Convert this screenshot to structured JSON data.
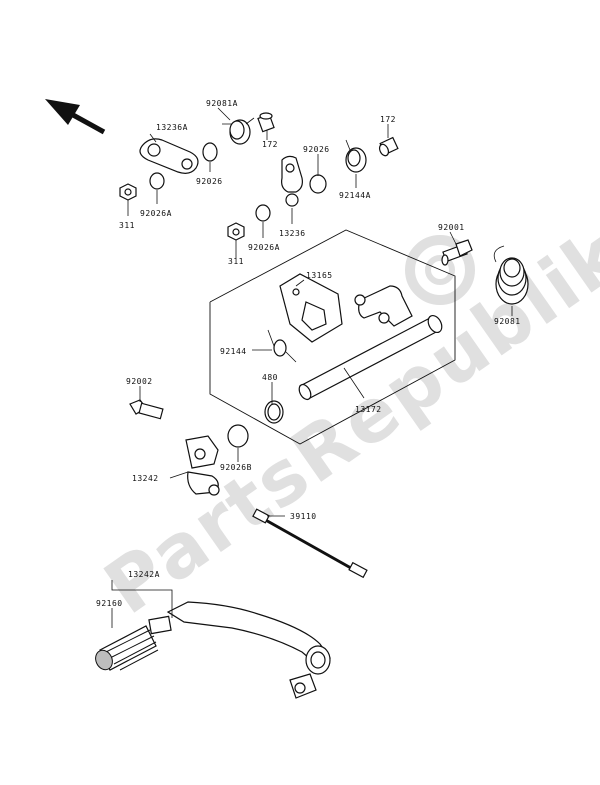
{
  "watermark": "PartsRepublik",
  "parts": {
    "p92081A": "92081A",
    "p13236A": "13236A",
    "p172a": "172",
    "p172b": "172",
    "p92026a": "92026",
    "p92026b": "92026",
    "p92026A": "92026A",
    "p311a": "311",
    "p92144A": "92144A",
    "p13236": "13236",
    "p92026A2": "92026A",
    "p311b": "311",
    "p92001": "92001",
    "p13165": "13165",
    "p92081": "92081",
    "p92144": "92144",
    "p480": "480",
    "p13172": "13172",
    "p92002": "92002",
    "p13242": "13242",
    "p92026B": "92026B",
    "p39110": "39110",
    "p13242A": "13242A",
    "p92160": "92160"
  },
  "colors": {
    "line": "#111111",
    "watermark": "#e0e0e0",
    "background": "#ffffff"
  },
  "icons": {
    "direction": "front-arrow-icon",
    "logo": "gear-icon"
  }
}
